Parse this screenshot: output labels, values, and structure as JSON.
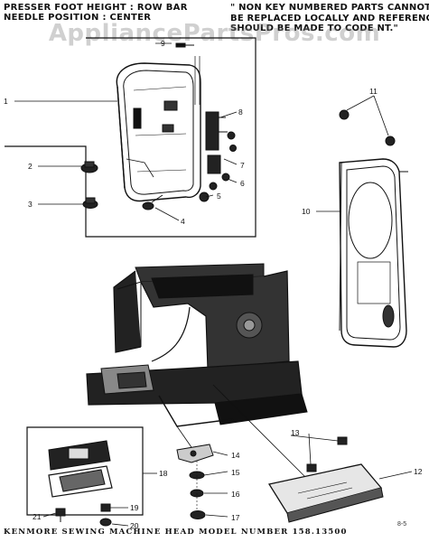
{
  "header": {
    "line1": "PRESSER FOOT HEIGHT : ROW BAR",
    "line2": "NEEDLE POSITION : CENTER"
  },
  "note": {
    "line1": "\" NON KEY NUMBERED PARTS CANNOT",
    "line2": "BE REPLACED LOCALLY AND REFERENCE",
    "line3": "SHOULD BE MADE TO CODE NT.\""
  },
  "watermark": "AppliancePartsPros.com",
  "footer": "KENMORE SEWING MACHINE HEAD MODEL NUMBER 158.13500",
  "page_code": "8-5",
  "callouts": {
    "c1": "1",
    "c2": "2",
    "c3": "3",
    "c4": "4",
    "c5": "5",
    "c6": "6",
    "c7": "7",
    "c8": "8",
    "c9": "9",
    "c10": "10",
    "c11": "11",
    "c12": "12",
    "c13": "13",
    "c14": "14",
    "c15": "15",
    "c16": "16",
    "c17": "17",
    "c18": "18",
    "c19": "19",
    "c20": "20",
    "c21": "21"
  }
}
